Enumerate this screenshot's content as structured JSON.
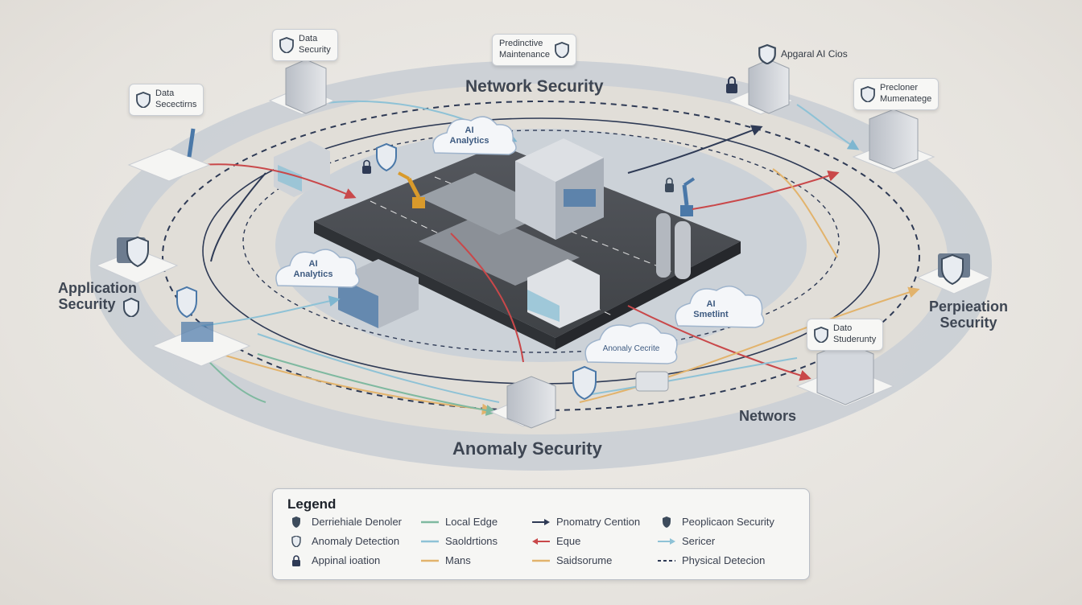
{
  "zones": {
    "network_security": "Network Security",
    "anomaly_security": "Anomaly Security",
    "application_security_line1": "Application",
    "application_security_line2": "Security",
    "perpieation_security_line1": "Perpieation",
    "perpieation_security_line2": "Security",
    "networs": "Networs"
  },
  "callouts": {
    "data_security_top": [
      "Data",
      "Security"
    ],
    "data_secectirns": [
      "Data",
      "Secectirns"
    ],
    "predictive_maintenance": [
      "Predinctive",
      "Maintenance"
    ],
    "apgaral_ai_cios": "Apgaral AI Cios",
    "precloner_mumenatege": [
      "Precloner",
      "Mumenatege"
    ],
    "data_studerunty": [
      "Dato",
      "Studerunty"
    ]
  },
  "clouds": {
    "ai_analytics_top": [
      "AI",
      "Analytics"
    ],
    "ai_analytics_left": [
      "AI",
      "Analytics"
    ],
    "ai_smetlint": [
      "AI",
      "Smetlint"
    ],
    "anonaly_cecrite": "Anonaly Cecrite"
  },
  "legend": {
    "title": "Legend",
    "items": [
      {
        "label": "Derriehiale Denoler",
        "symbol": "shield-icon"
      },
      {
        "label": "Anomaly Detection",
        "symbol": "shield-outline-icon"
      },
      {
        "label": "Appinal ioation",
        "symbol": "lock-icon"
      },
      {
        "label": "Local Edge",
        "symbol": "line",
        "color": "#7fb9a0"
      },
      {
        "label": "Saoldrtions",
        "symbol": "line",
        "color": "#8ec2d6"
      },
      {
        "label": "Mans",
        "symbol": "line",
        "color": "#e2b36c"
      },
      {
        "label": "Pnomatry Cention",
        "symbol": "arrow",
        "color": "#2e3a55"
      },
      {
        "label": "Eque",
        "symbol": "arrow-left",
        "color": "#c9484a"
      },
      {
        "label": "Saidsorume",
        "symbol": "line",
        "color": "#e2b36c"
      },
      {
        "label": "Peoplicaon Security",
        "symbol": "shield-icon"
      },
      {
        "label": "Sericer",
        "symbol": "arrow",
        "color": "#8ec2d6"
      },
      {
        "label": "Physical Detecion",
        "symbol": "dashed",
        "color": "#2e3a55"
      }
    ]
  },
  "colors": {
    "ring_outer": "#c3c9d2",
    "ring_inner": "#dcd9d2",
    "platform": "#4a4d52",
    "teal_line": "#7fb9a0",
    "light_blue_line": "#8ec2d6",
    "orange_line": "#e2b36c",
    "red_line": "#c9484a",
    "navy_line": "#2e3a55",
    "accent_blue": "#4a78a8"
  }
}
